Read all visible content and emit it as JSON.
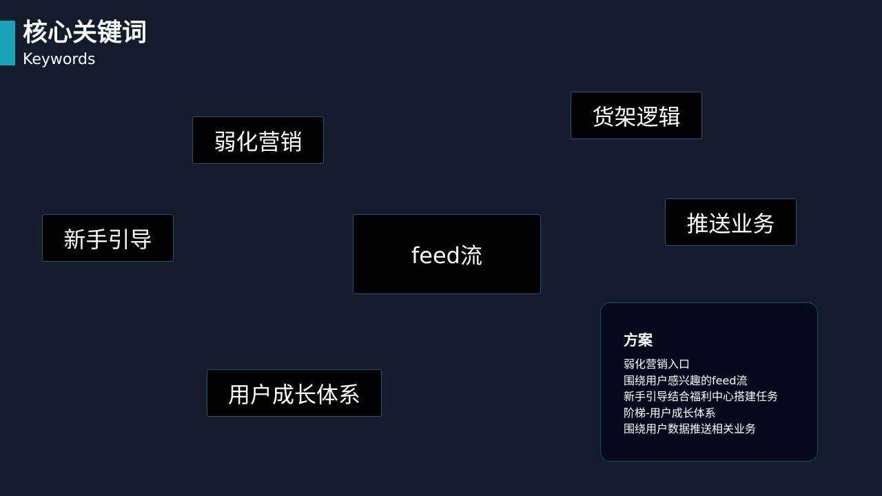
{
  "header": {
    "title": "核心关键词",
    "subtitle": "Keywords"
  },
  "keywords": {
    "weaken_marketing": "弱化营销",
    "shelf_logic": "货架逻辑",
    "push_business": "推送业务",
    "newbie_guide": "新手引导",
    "feed": "feed流",
    "user_growth": "用户成长体系"
  },
  "plan": {
    "title": "方案",
    "items": [
      "弱化营销入口",
      "围绕用户感兴趣的feed流",
      "新手引导结合福利中心搭建任务",
      "阶梯-用户成长体系",
      "围绕用户数据推送相关业务"
    ]
  },
  "colors": {
    "background": "#121d2b",
    "accent": "#17a2b8",
    "box_fill": "#000000",
    "box_border": "#2f5372"
  }
}
